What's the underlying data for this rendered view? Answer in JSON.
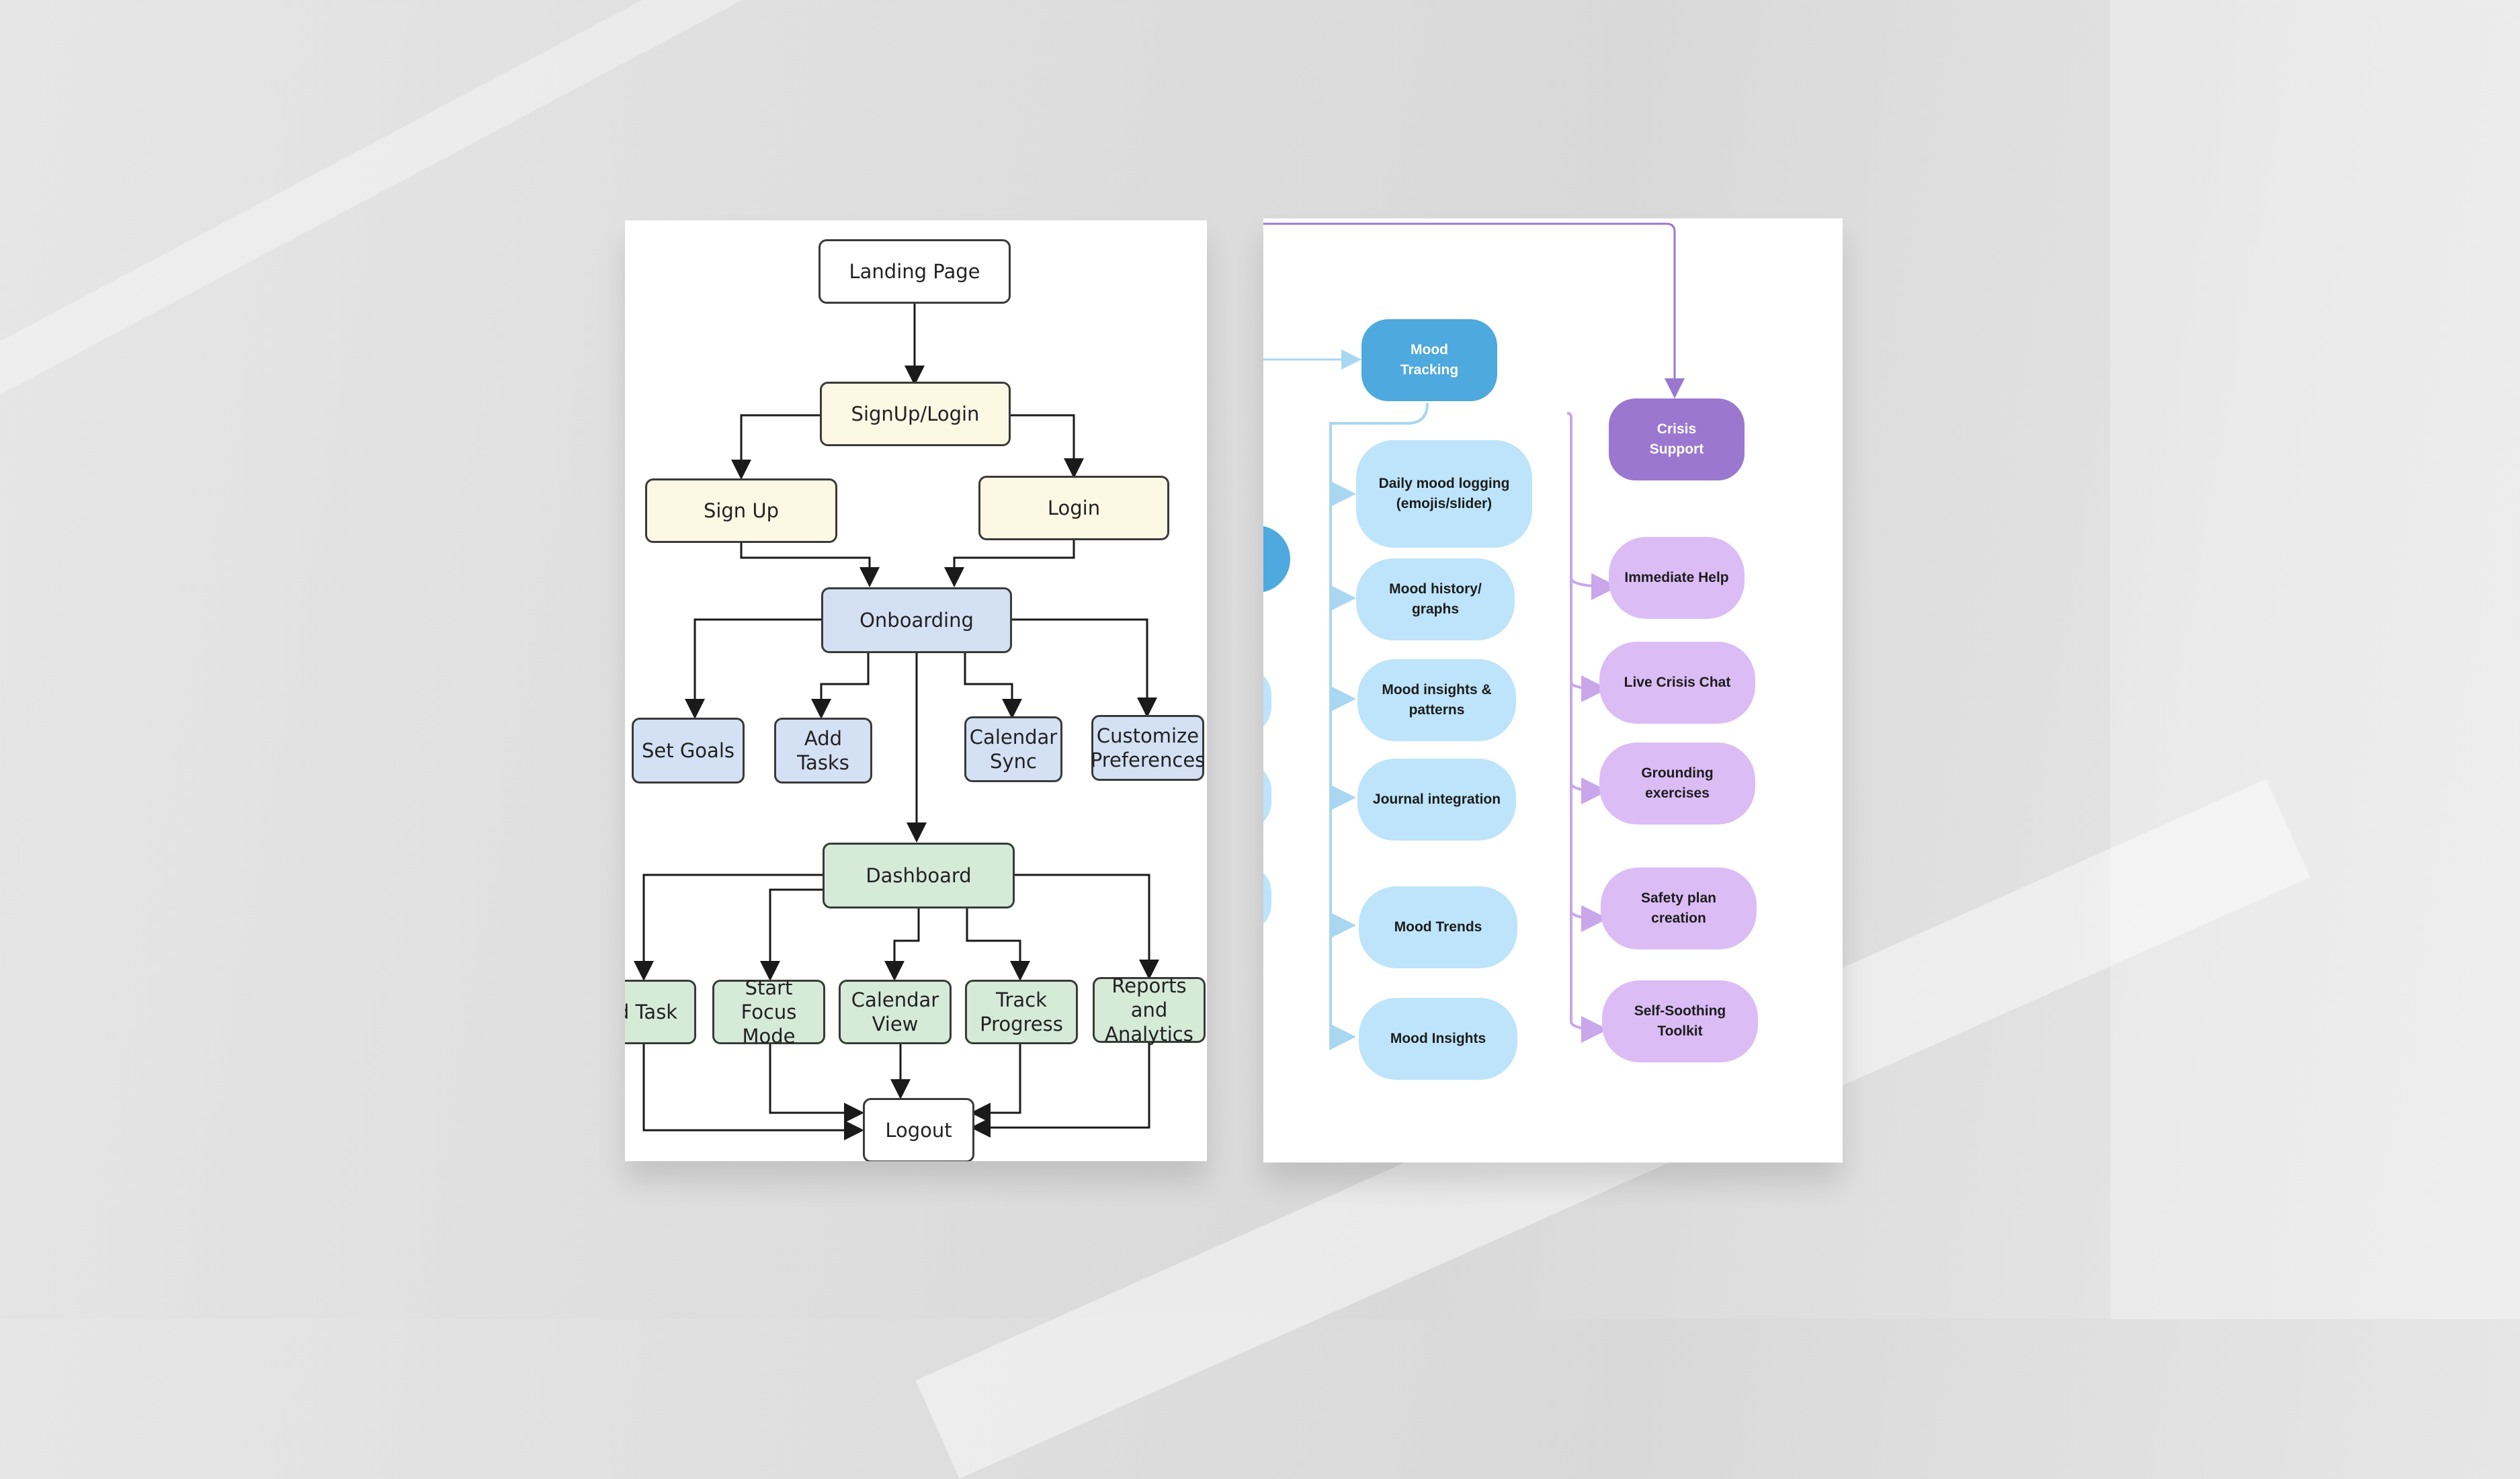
{
  "colors": {
    "white": "#ffffff",
    "cream": "#fdf8e4",
    "blue": "#d4e0f3",
    "green": "#d6ead8",
    "mood_header": "#4da9de",
    "mood_item": "#bde4fa",
    "crisis_header": "#9b77cf",
    "crisis_item": "#dcbcf5",
    "mood_line": "#a9d6f0",
    "crisis_line": "#c9a7ea"
  },
  "flowchart": {
    "landing_page": "Landing Page",
    "signup_login": "SignUp/Login",
    "sign_up": "Sign Up",
    "login": "Login",
    "onboarding": "Onboarding",
    "set_goals": "Set Goals",
    "add_tasks": "Add Tasks",
    "calendar_sync": "Calendar\nSync",
    "customize_preferences": "Customize\nPreferences",
    "dashboard": "Dashboard",
    "add_task_partial": "d Task",
    "start_focus_mode": "Start Focus\nMode",
    "calendar_view": "Calendar\nView",
    "track_progress": "Track\nProgress",
    "reports_analytics": "Reports and\nAnalytics",
    "logout": "Logout"
  },
  "mood": {
    "header": "Mood\nTracking",
    "items": [
      "Daily mood logging\n(emojis/slider)",
      "Mood history/\ngraphs",
      "Mood insights &\npatterns",
      "Journal integration",
      "Mood Trends",
      "Mood Insights"
    ]
  },
  "crisis": {
    "header": "Crisis\nSupport",
    "items": [
      "Immediate Help",
      "Live Crisis Chat",
      "Grounding\nexercises",
      "Safety plan\ncreation",
      "Self-Soothing\nToolkit"
    ]
  }
}
